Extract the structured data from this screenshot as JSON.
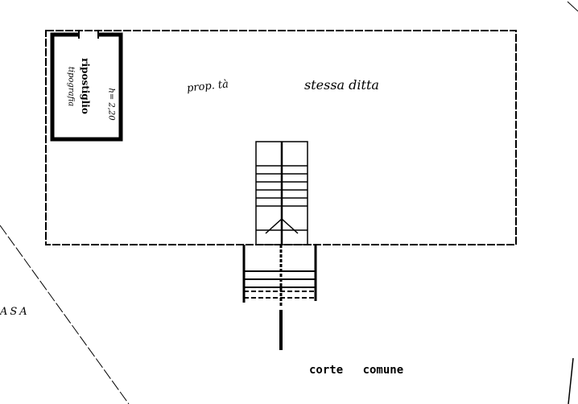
{
  "labels": {
    "property": "prop. tà",
    "same_owner": "stessa ditta",
    "storage": "ripostiglio",
    "height": "h= 2,20",
    "storage_sub": "tipografia",
    "house": "ASA",
    "courtyard": "corte comune"
  }
}
